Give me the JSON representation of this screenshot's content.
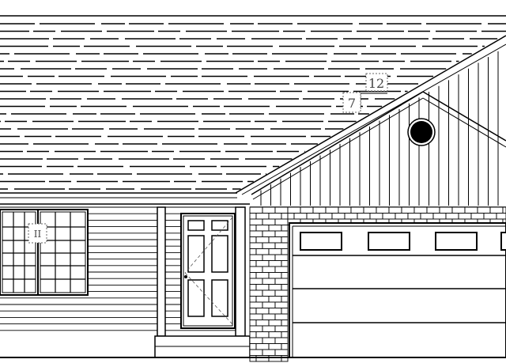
{
  "drawing": {
    "pitch_rise": "7",
    "pitch_run": "12",
    "window_tag": "II",
    "colors": {
      "line": "#000000",
      "background": "#ffffff",
      "tag_border": "#666666"
    }
  }
}
